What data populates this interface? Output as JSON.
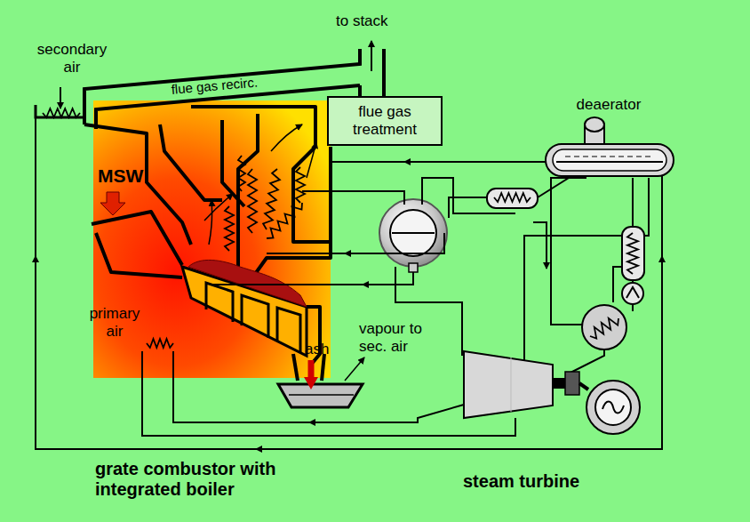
{
  "diagram": {
    "nodes": [
      {
        "text": [
          "flue gas treatment"
        ]
      },
      {
        "text": [
          "deaerator"
        ]
      }
    ],
    "labels": [
      "to stack",
      "secondary air",
      "flue gas recirc.",
      "MSW",
      "primary air",
      "ash",
      "vapour to sec. air",
      "grate combustor with integrated boiler",
      "steam turbine"
    ]
  }
}
